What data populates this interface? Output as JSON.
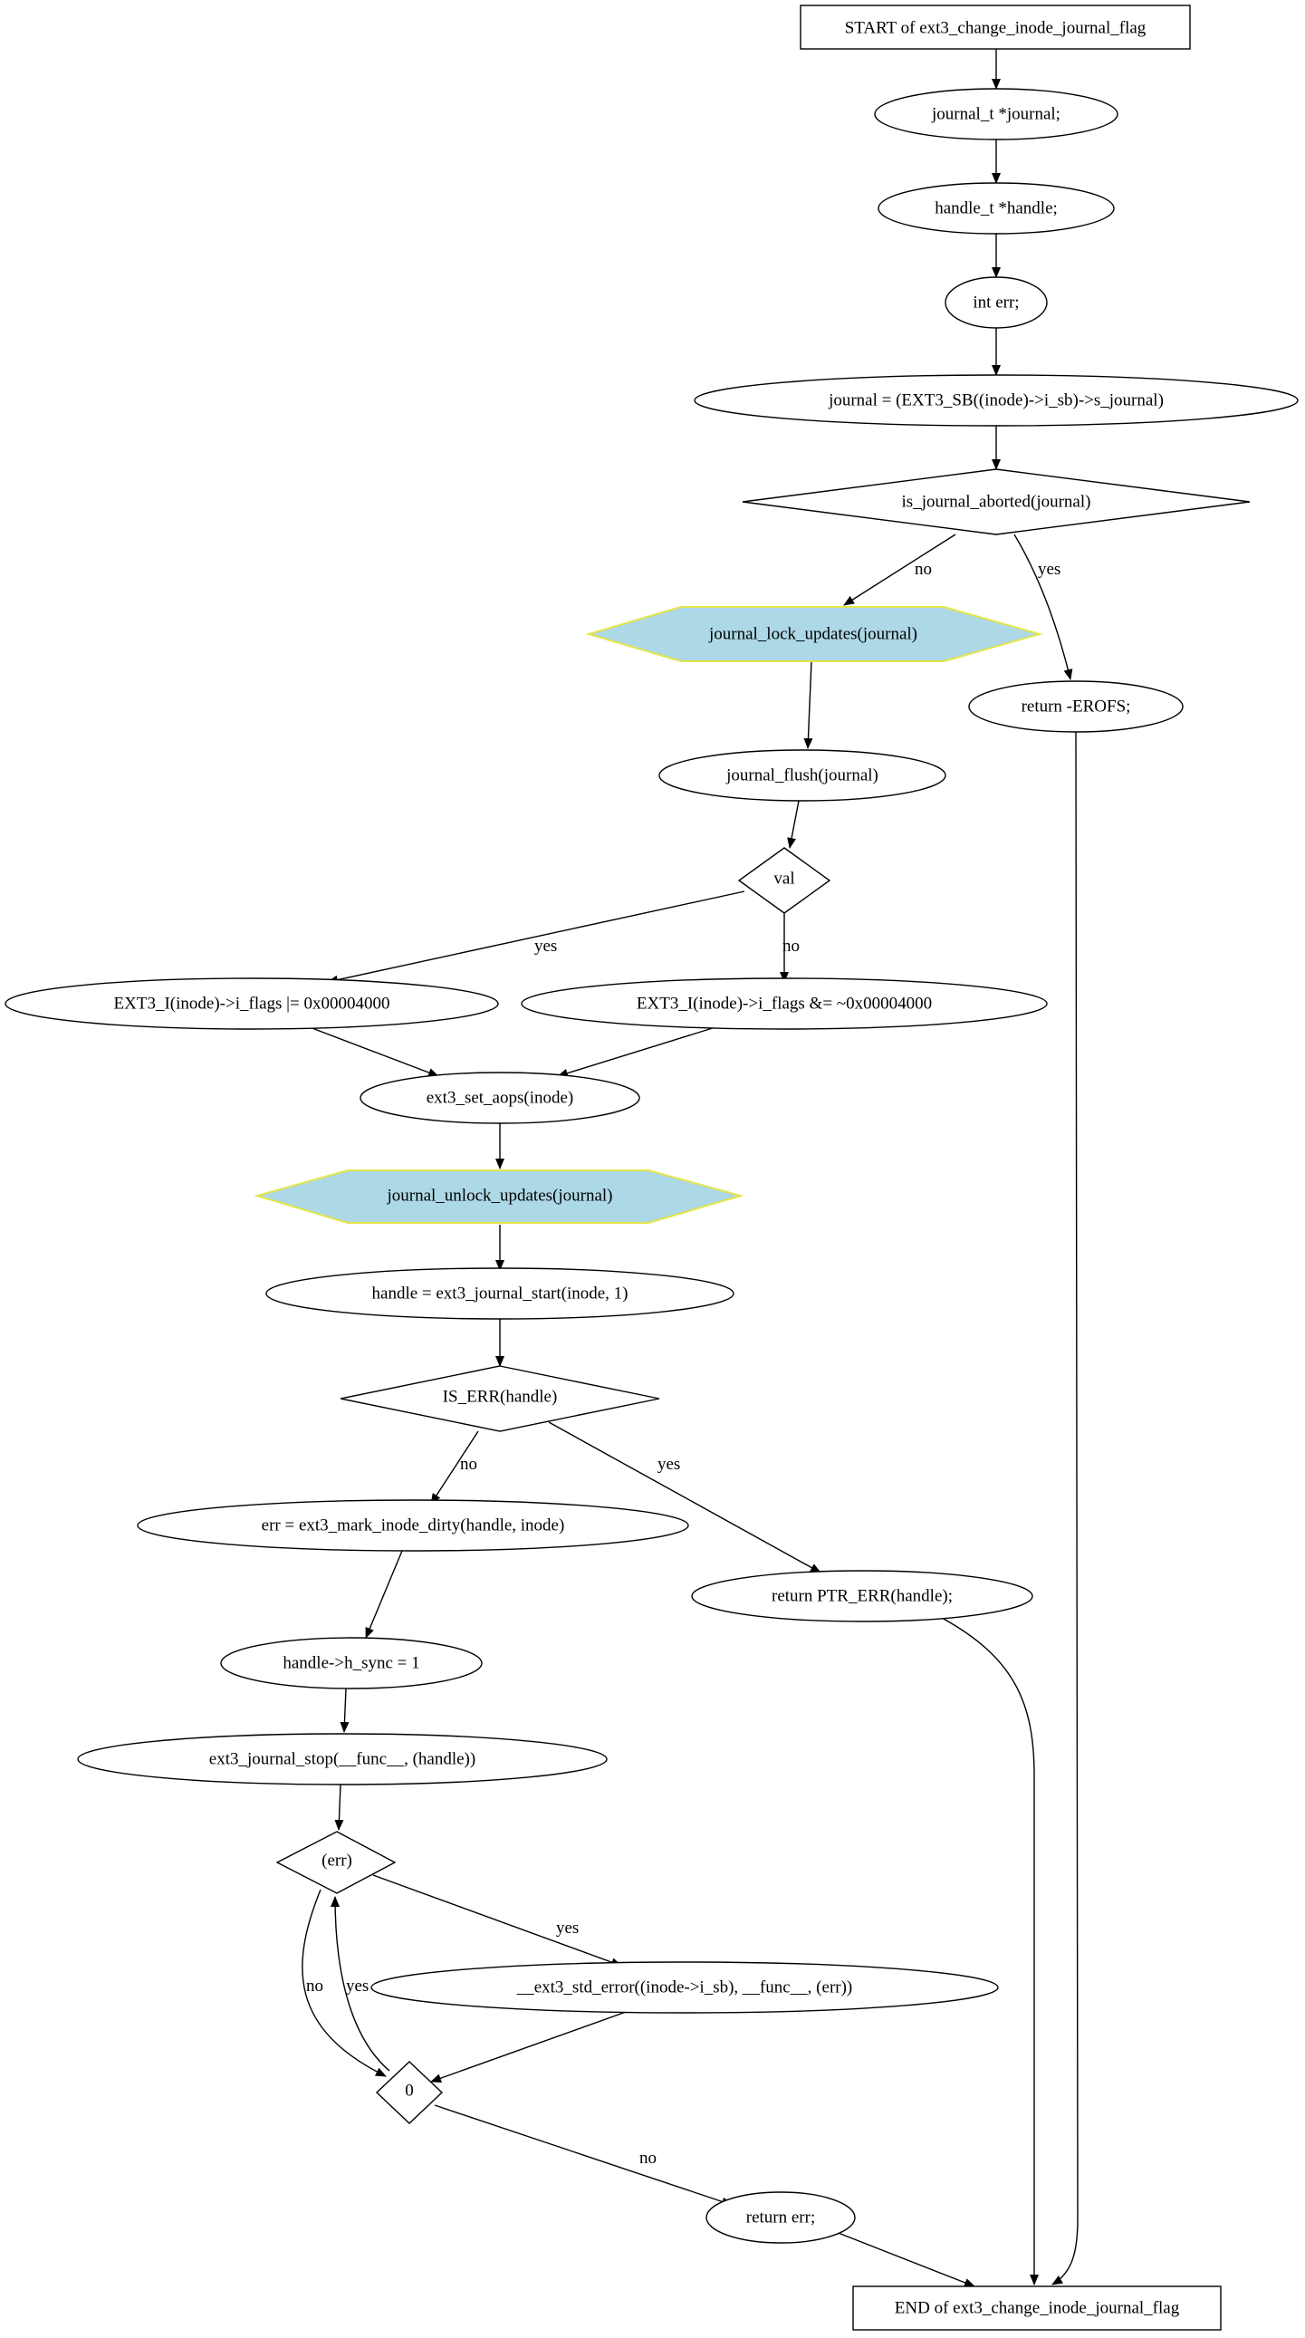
{
  "colors": {
    "hex_fill": "#add8e6",
    "hex_stroke": "#e5e54a",
    "line": "#000000",
    "background": "#ffffff"
  },
  "nodes": {
    "start": "START of ext3_change_inode_journal_flag",
    "decl_journal": "journal_t *journal;",
    "decl_handle": "handle_t *handle;",
    "decl_err": "int err;",
    "assign_journal": "journal = (EXT3_SB((inode)->i_sb)->s_journal)",
    "is_aborted": "is_journal_aborted(journal)",
    "lock_updates": "journal_lock_updates(journal)",
    "return_erofs": "return -EROFS;",
    "flush": "journal_flush(journal)",
    "val": "val",
    "set_flag": "EXT3_I(inode)->i_flags |= 0x00004000",
    "clear_flag": "EXT3_I(inode)->i_flags &= ~0x00004000",
    "set_aops": "ext3_set_aops(inode)",
    "unlock_updates": "journal_unlock_updates(journal)",
    "journal_start": "handle = ext3_journal_start(inode, 1)",
    "is_err": "IS_ERR(handle)",
    "mark_dirty": "err = ext3_mark_inode_dirty(handle, inode)",
    "return_ptr_err": "return PTR_ERR(handle);",
    "h_sync": "handle->h_sync = 1",
    "journal_stop": "ext3_journal_stop(__func__, (handle))",
    "err_check": "(err)",
    "std_error": "__ext3_std_error((inode->i_sb), __func__, (err))",
    "zero_check": "0",
    "return_err": "return err;",
    "end": "END of ext3_change_inode_journal_flag"
  },
  "edge_labels": {
    "aborted_no": "no",
    "aborted_yes": "yes",
    "val_yes": "yes",
    "val_no": "no",
    "is_err_no": "no",
    "is_err_yes": "yes",
    "err_yes": "yes",
    "err_no": "no",
    "zero_yes": "yes",
    "zero_no": "no"
  }
}
